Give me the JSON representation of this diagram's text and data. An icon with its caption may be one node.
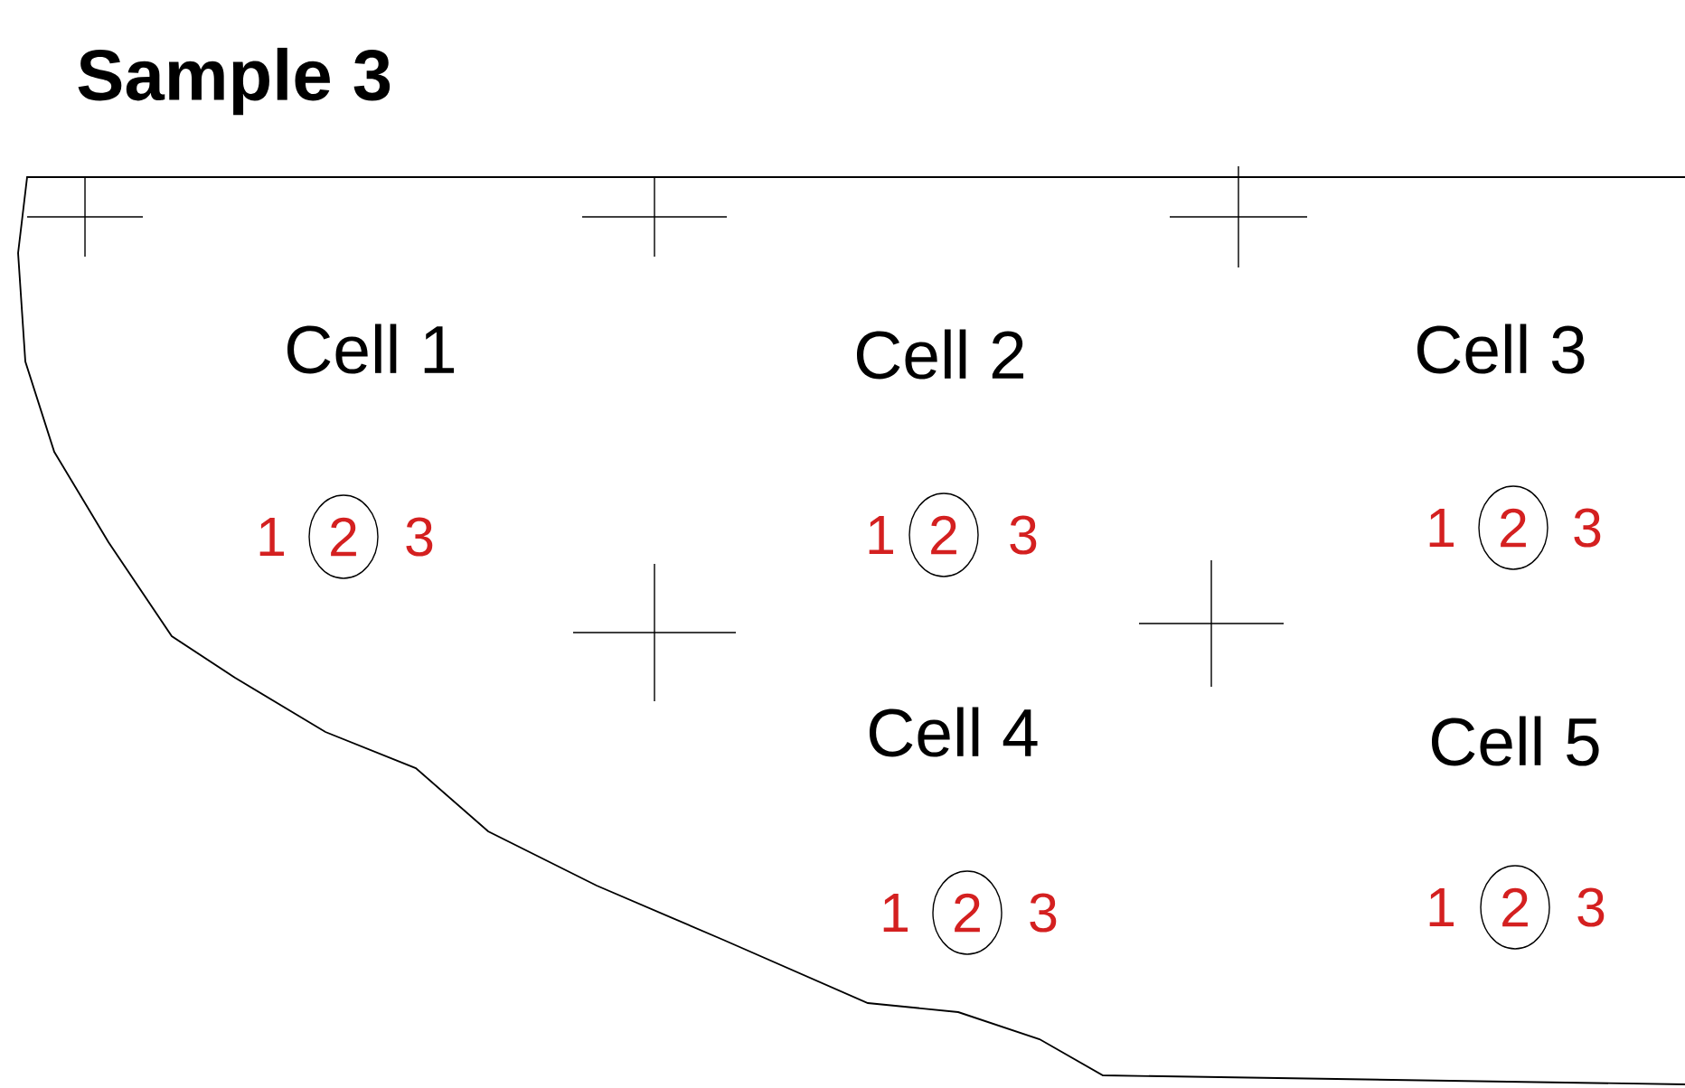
{
  "diagram": {
    "title": "Sample 3",
    "nodes": [
      {
        "text": [
          "2"
        ]
      },
      {
        "text": [
          "2"
        ]
      },
      {
        "text": [
          "2"
        ]
      },
      {
        "text": [
          "2"
        ]
      },
      {
        "text": [
          "2"
        ]
      }
    ],
    "labels": [
      "Cell 1",
      "Cell 2",
      "Cell 3",
      "1",
      "3",
      "1",
      "3",
      "1",
      "3",
      "Cell 4",
      "Cell 5",
      "1",
      "3",
      "1",
      "3"
    ]
  }
}
